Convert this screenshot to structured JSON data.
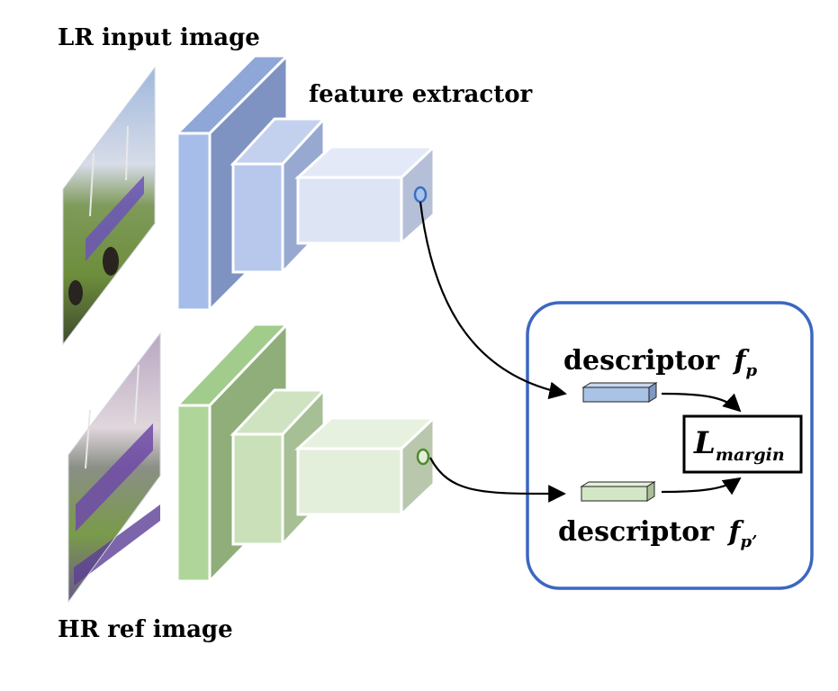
{
  "labels": {
    "lr_input": "LR input image",
    "feature_extractor": "feature extractor",
    "hr_ref": "HR ref image"
  },
  "descriptor_top": {
    "word": "descriptor",
    "symbol": "f",
    "sub": "p"
  },
  "descriptor_bottom": {
    "word": "descriptor",
    "symbol": "f",
    "sub": "p’"
  },
  "loss": {
    "symbol": "L",
    "sub": "margin"
  },
  "colors": {
    "lr_blue_front": "#a9bfe6",
    "lr_blue_side": "#7f97c6",
    "hr_green_front": "#b3d79e",
    "hr_green_side": "#8faf78",
    "box_border": "#3b67c2"
  }
}
